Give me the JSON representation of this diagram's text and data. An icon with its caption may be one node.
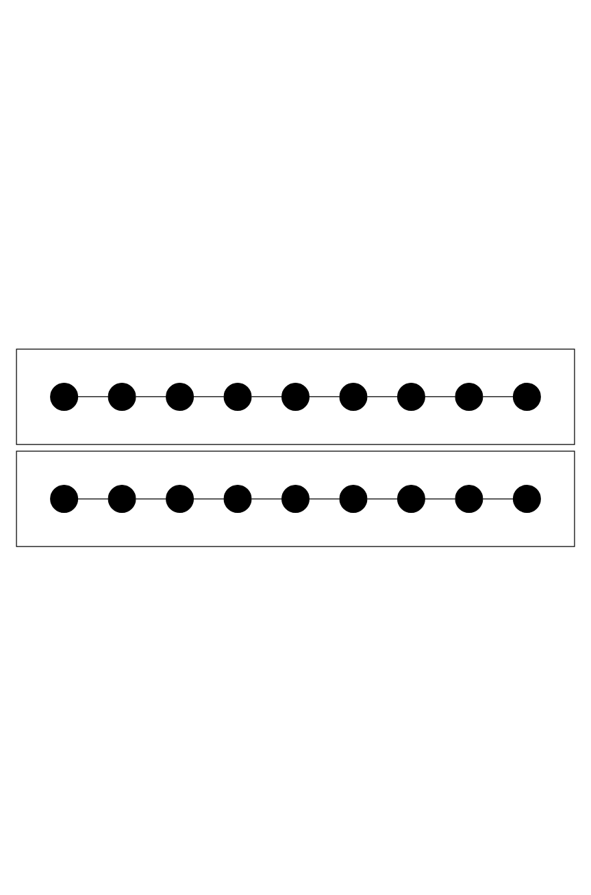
{
  "diagram": {
    "nodes": [
      {
        "text": [],
        "shape": "box"
      },
      {
        "text": [],
        "shape": "circle",
        "in": 0
      },
      {
        "text": [],
        "shape": "circle",
        "in": 0
      },
      {
        "text": [],
        "shape": "circle",
        "in": 0
      },
      {
        "text": [],
        "shape": "circle",
        "in": 0
      },
      {
        "text": [],
        "shape": "circle",
        "in": 0
      },
      {
        "text": [],
        "shape": "circle",
        "in": 0
      },
      {
        "text": [],
        "shape": "circle",
        "in": 0
      },
      {
        "text": [],
        "shape": "circle",
        "in": 0
      },
      {
        "text": [],
        "shape": "circle",
        "in": 0
      },
      {
        "text": [],
        "shape": "box"
      },
      {
        "text": [],
        "shape": "circle",
        "in": 10
      },
      {
        "text": [],
        "shape": "circle",
        "in": 10
      },
      {
        "text": [],
        "shape": "circle",
        "in": 10
      },
      {
        "text": [],
        "shape": "circle",
        "in": 10
      },
      {
        "text": [],
        "shape": "circle",
        "in": 10
      },
      {
        "text": [],
        "shape": "circle",
        "in": 10
      },
      {
        "text": [],
        "shape": "circle",
        "in": 10
      },
      {
        "text": [],
        "shape": "circle",
        "in": 10
      },
      {
        "text": [],
        "shape": "circle",
        "in": 10
      }
    ],
    "edges": [
      {
        "from": 1,
        "to": 2,
        "arrow": "none"
      },
      {
        "from": 2,
        "to": 3,
        "arrow": "none"
      },
      {
        "from": 3,
        "to": 4,
        "arrow": "none"
      },
      {
        "from": 4,
        "to": 5,
        "arrow": "none"
      },
      {
        "from": 5,
        "to": 6,
        "arrow": "none"
      },
      {
        "from": 6,
        "to": 7,
        "arrow": "none"
      },
      {
        "from": 7,
        "to": 8,
        "arrow": "none"
      },
      {
        "from": 8,
        "to": 9,
        "arrow": "none"
      },
      {
        "from": 11,
        "to": 12,
        "arrow": "none"
      },
      {
        "from": 12,
        "to": 13,
        "arrow": "none"
      },
      {
        "from": 13,
        "to": 14,
        "arrow": "none"
      },
      {
        "from": 14,
        "to": 15,
        "arrow": "none"
      },
      {
        "from": 15,
        "to": 16,
        "arrow": "none"
      },
      {
        "from": 16,
        "to": 17,
        "arrow": "none"
      },
      {
        "from": 17,
        "to": 18,
        "arrow": "none"
      },
      {
        "from": 18,
        "to": 19,
        "arrow": "none"
      }
    ]
  }
}
